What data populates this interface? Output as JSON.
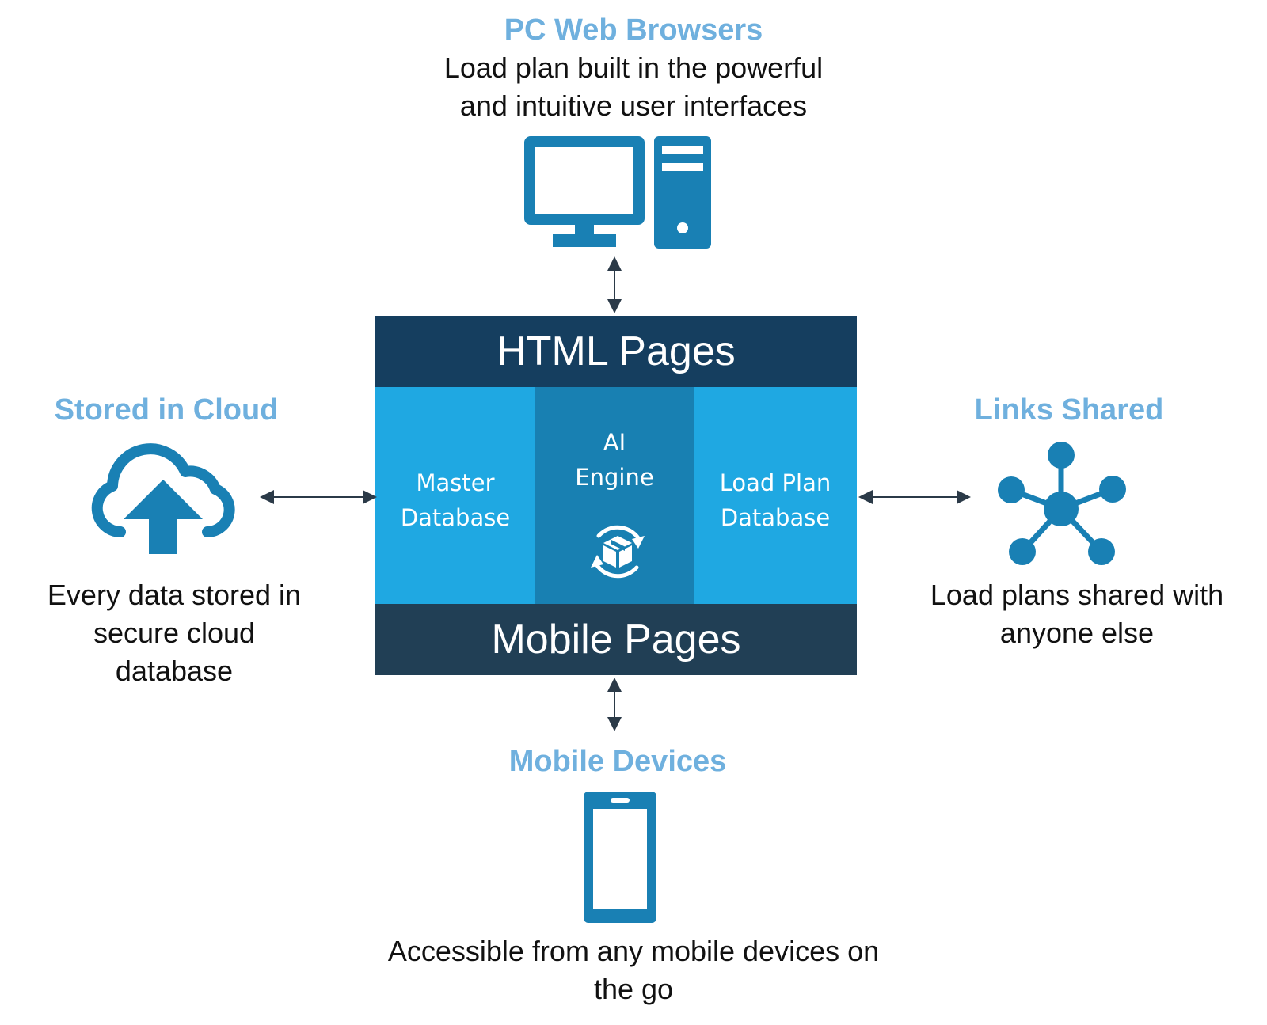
{
  "colors": {
    "heading": "#6fb0de",
    "icon": "#1980b4",
    "band_dark": "#153e5f",
    "band_dark_bottom": "#213f55",
    "panel_light": "#1fa8e2",
    "panel_mid": "#1880b2",
    "arrow": "#2b3a48"
  },
  "pc": {
    "title": "PC Web Browsers",
    "description": [
      "Load plan built in the powerful",
      "and intuitive user interfaces"
    ],
    "icon": "desktop-computer-icon"
  },
  "cloud": {
    "title": "Stored in Cloud",
    "description": [
      "Every data stored in",
      "secure cloud",
      "database"
    ],
    "icon": "cloud-upload-icon"
  },
  "links": {
    "title": "Links Shared",
    "description": [
      "Load plans shared with",
      "anyone else"
    ],
    "icon": "network-hub-icon"
  },
  "mobile": {
    "title": "Mobile Devices",
    "description": [
      "Accessible from any mobile devices on",
      "the go"
    ],
    "icon": "smartphone-icon"
  },
  "architecture": {
    "top_band": "HTML Pages",
    "bottom_band": "Mobile Pages",
    "left_panel": [
      "Master",
      "Database"
    ],
    "center_panel": [
      "AI",
      "Engine"
    ],
    "right_panel": [
      "Load Plan",
      "Database"
    ],
    "center_icon": "box-refresh-icon"
  }
}
